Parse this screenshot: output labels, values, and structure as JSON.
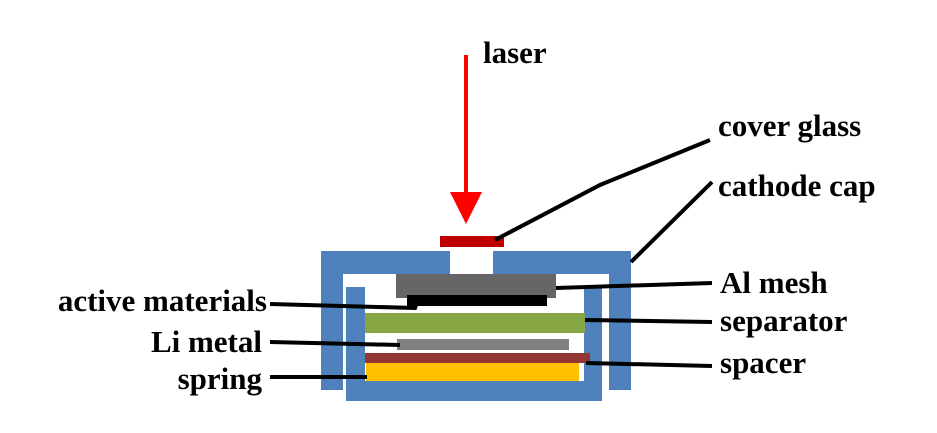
{
  "labels": {
    "laser": "laser",
    "cover_glass": "cover glass",
    "cathode_cap": "cathode cap",
    "al_mesh": "Al mesh",
    "separator": "separator",
    "spacer": "spacer",
    "active_materials": "active materials",
    "li_metal": "Li metal",
    "spring": "spring"
  },
  "colors": {
    "laser": "#ff0000",
    "cover_glass": "#c00000",
    "case": "#4f81bd",
    "al_mesh": "#666666",
    "active_materials": "#000000",
    "separator": "#86a644",
    "li_metal": "#808080",
    "spacer": "#943634",
    "spring": "#ffc000"
  }
}
